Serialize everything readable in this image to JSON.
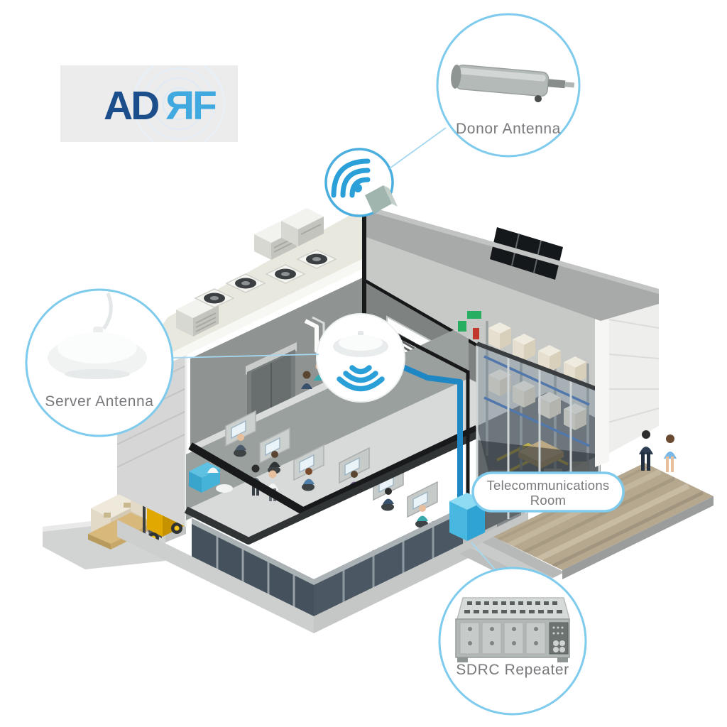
{
  "page": {
    "background": "#ffffff",
    "description": "ADRF in-building DAS system diagram: donor antenna on roof, SDRC repeater in telecommunications room, server antenna in office ceiling"
  },
  "logo": {
    "text_primary": "AD",
    "text_secondary": "ЯF",
    "color_primary": "#1c4e8c",
    "color_secondary": "#3fa9e0"
  },
  "callouts": {
    "donor": {
      "label": "Donor Antenna"
    },
    "server": {
      "label": "Server Antenna"
    },
    "sdrc": {
      "label": "SDRC Repeater"
    }
  },
  "labels": {
    "telecom_line1": "Telecommunications",
    "telecom_line2": "Room"
  },
  "colors": {
    "callout_border": "#7fcbed",
    "label_text": "#77787b",
    "wifi_blue": "#2b9fd8",
    "cable_blue": "#1f87c4",
    "cable_black": "#17191a",
    "roof_cream": "#e9e8df",
    "warehouse_roof_gray": "#a8aaa9",
    "forklift_yellow": "#f5c51d",
    "telecom_box_blue": "#49b8e0",
    "deck_wood": "#b5a88f",
    "pie_teal": "#35a8a2",
    "pie_red": "#e2574b"
  },
  "icons": {
    "donor_antenna": "outdoor-directional-antenna-icon",
    "server_antenna": "ceiling-dome-antenna-icon",
    "sdrc_repeater": "rack-repeater-unit-icon",
    "rooftop_signal": "wifi-signal-icon",
    "indoor_signal": "wifi-signal-icon"
  }
}
